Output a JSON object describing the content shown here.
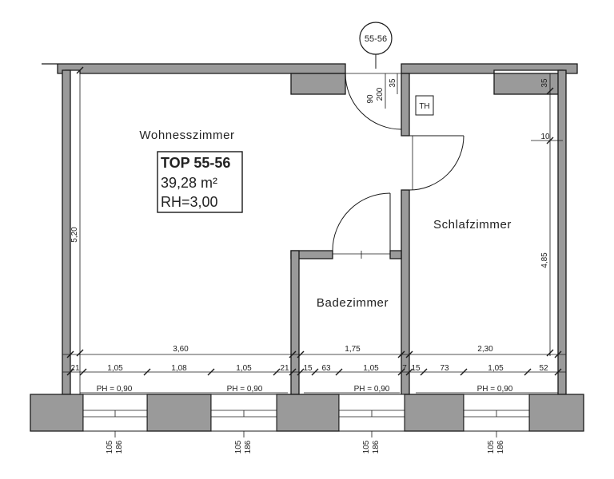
{
  "marker": "55-56",
  "unit": {
    "title": "TOP 55-56",
    "area": "39,28 m²",
    "height": "RH=3,00"
  },
  "rooms": {
    "living": "Wohnesszimmer",
    "bedroom": "Schlafzimmer",
    "bathroom": "Badezimmer"
  },
  "th_label": "TH",
  "parapets": [
    "PH = 0,90",
    "PH = 0,90",
    "PH = 0,90",
    "PH = 0,90"
  ],
  "window_dims": [
    {
      "top": "105",
      "bottom": "186"
    },
    {
      "top": "105",
      "bottom": "186"
    },
    {
      "top": "105",
      "bottom": "186"
    },
    {
      "top": "105",
      "bottom": "186"
    }
  ],
  "dims": {
    "vert_living": "5,20",
    "vert_bedroom": "4,85",
    "door_90": "90",
    "door_200": "200",
    "top_35_left": "35",
    "top_35_right": "35",
    "small_10": "10",
    "total_living": "3,60",
    "total_bath": "1,75",
    "total_bed": "2,30",
    "segments": [
      "21",
      "1,05",
      "1,08",
      "1,05",
      "21",
      "15",
      "63",
      "1,05",
      "7",
      "15",
      "73",
      "1,05",
      "52"
    ]
  }
}
